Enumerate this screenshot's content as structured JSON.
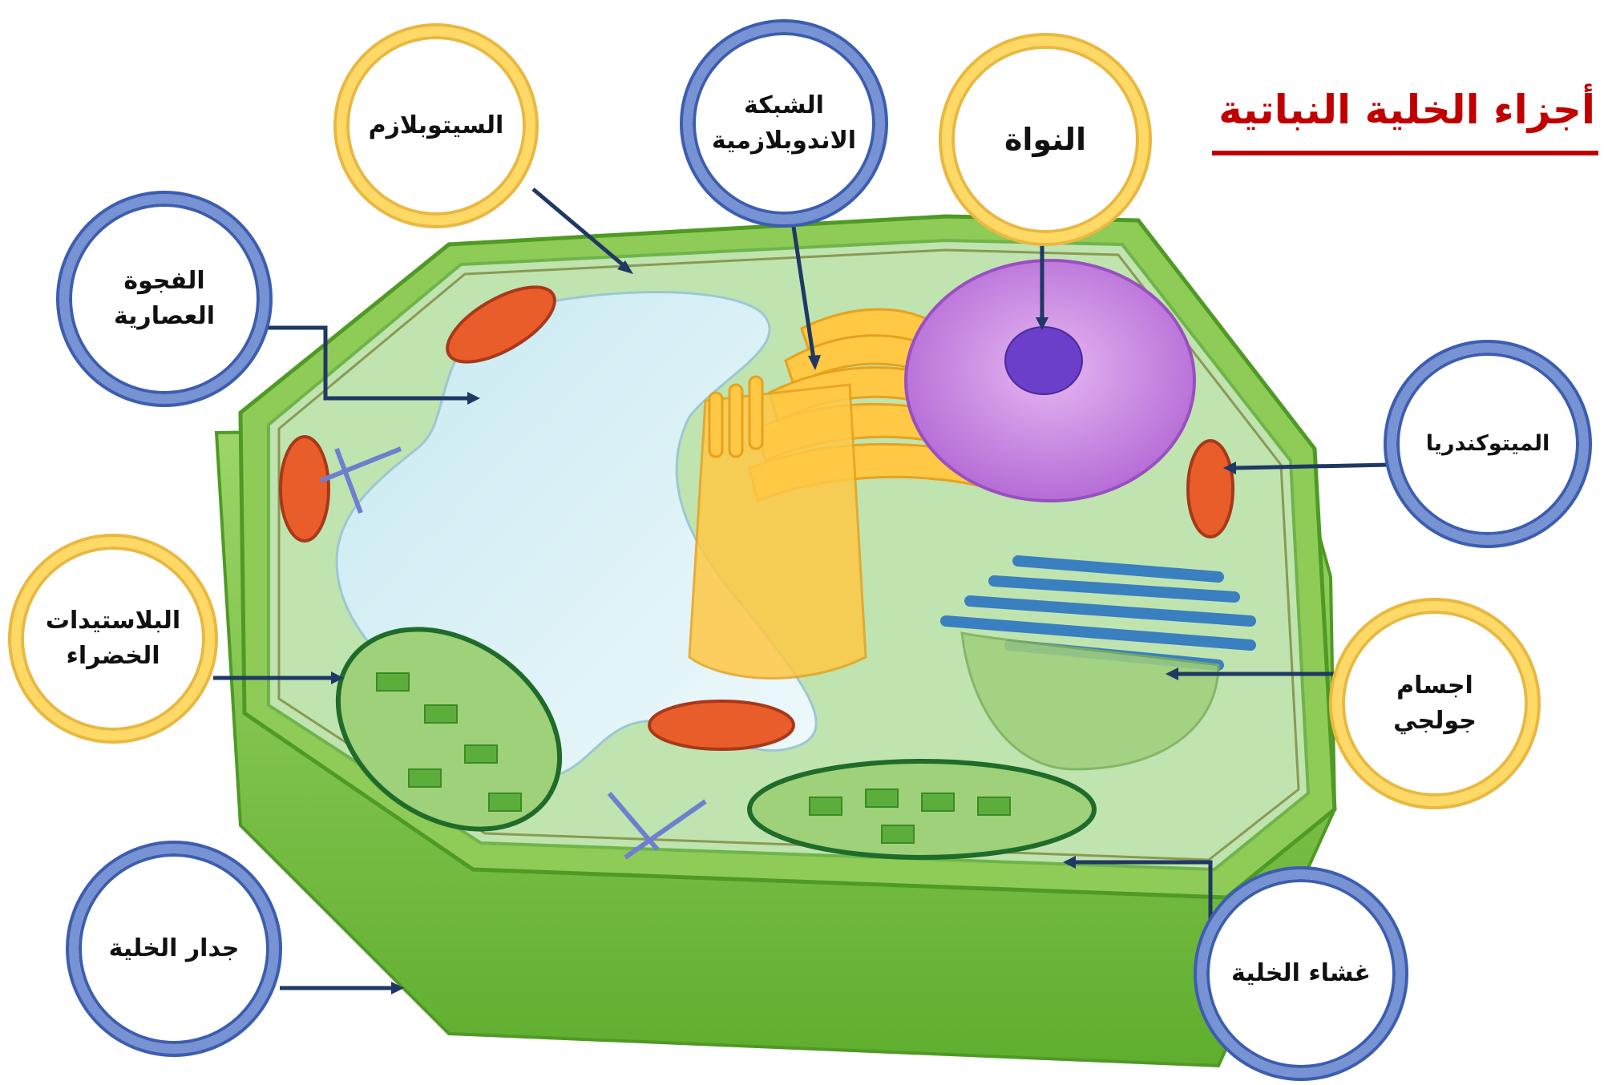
{
  "title": "أجزاء الخلية النباتية",
  "colors": {
    "title": "#c00000",
    "arrow": "#1f3864",
    "gold_ring": "#ffd966",
    "blue_ring": "#7793d3",
    "cell_wall": "#7cc242",
    "cytoplasm": "#b8e0a8",
    "nucleus": "#c77dde",
    "nucleolus": "#6b3fc9",
    "vacuole": "#d8f0f4",
    "mitochondria": "#e85d2a",
    "chloroplast": "#5cae3a",
    "golgi": "#3a7fbf",
    "er": "#ffc845"
  },
  "labels": {
    "cytoplasm": "السيتوبلازم",
    "er": "الشبكة\nالاندوبلازمية",
    "nucleus": "النواة",
    "vacuole": "الفجوة\nالعصارية",
    "mitochondria": "الميتوكندريا",
    "chloroplasts": "البلاستيدات\nالخضراء",
    "golgi": "اجسام\nجولجي",
    "cell_wall": "جدار الخلية",
    "cell_membrane": "غشاء الخلية"
  }
}
